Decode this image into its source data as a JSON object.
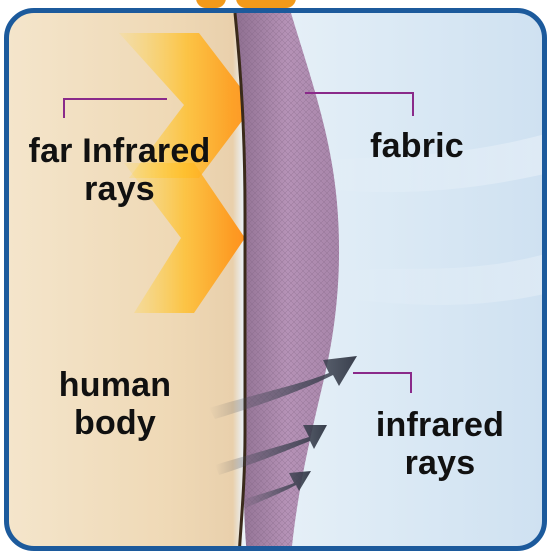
{
  "labels": {
    "far_infrared": "far Infrared rays",
    "fabric": "fabric",
    "human_body": "human body",
    "infrared": "infrared rays"
  },
  "colors": {
    "frame": "#1c5a9c",
    "title_orange": "#f39a1a",
    "leader": "#8a2a8a",
    "fabric": "#a37fa4",
    "body_edge": "#3a2a1a"
  }
}
